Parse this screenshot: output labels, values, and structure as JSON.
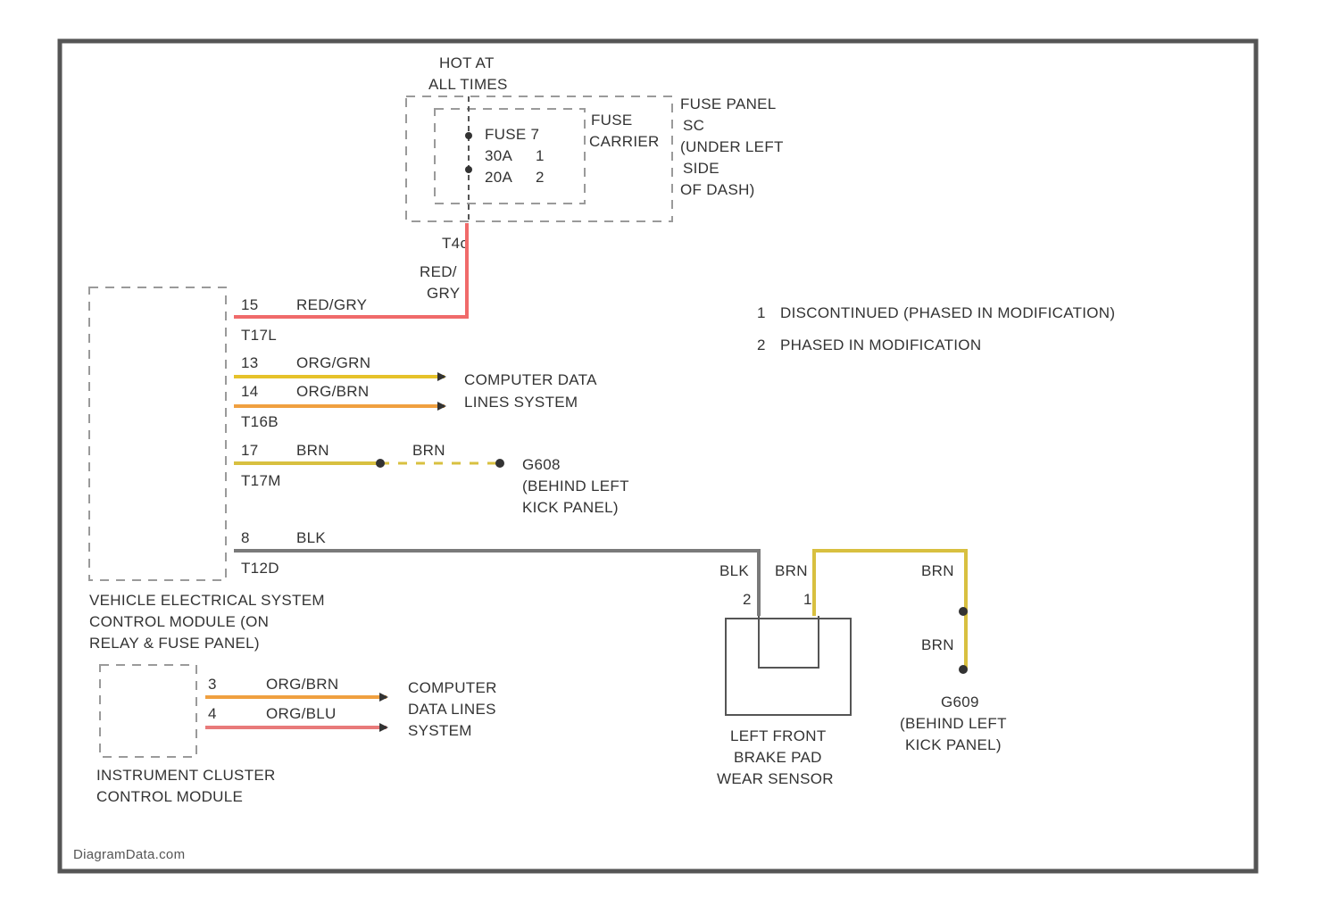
{
  "colors": {
    "red_grey_wire": "#f06a6a",
    "orange_green_wire": "#e6c22a",
    "orange_brown_wire": "#f0a040",
    "orange_blue_wire": "#e87a7a",
    "brown_wire": "#d8c040",
    "black_wire": "#7a7a7a",
    "frame": "#555555"
  },
  "top_labels": {
    "hot_at": "HOT AT",
    "all_times": "ALL TIMES"
  },
  "fuse_block": {
    "fuse": "FUSE 7",
    "rating_1": "30A",
    "variant_1": "1",
    "rating_2": "20A",
    "variant_2": "2",
    "carrier_line1": "FUSE",
    "carrier_line2": "CARRIER",
    "panel_line1": "FUSE PANEL",
    "panel_line2": "SC",
    "panel_line3": "(UNDER LEFT",
    "panel_line4": "SIDE",
    "panel_line5": "OF DASH)"
  },
  "riser": {
    "pin": "T4c",
    "color_line1": "RED/",
    "color_line2": "GRY"
  },
  "notes": [
    {
      "num": "1",
      "text": "DISCONTINUED (PHASED IN MODIFICATION)"
    },
    {
      "num": "2",
      "text": "PHASED IN MODIFICATION"
    }
  ],
  "vesc": {
    "wires": [
      {
        "pin": "15",
        "color": "RED/GRY",
        "connector": "T17L"
      },
      {
        "pin": "13",
        "color": "ORG/GRN",
        "connector": ""
      },
      {
        "pin": "14",
        "color": "ORG/BRN",
        "connector": "T16B"
      },
      {
        "pin": "17",
        "color": "BRN",
        "connector": "T17M"
      },
      {
        "pin": "8",
        "color": "BLK",
        "connector": "T12D"
      }
    ],
    "cdl_line1": "COMPUTER DATA",
    "cdl_line2": "LINES SYSTEM",
    "brn_dash_color": "BRN",
    "g_left_line1": "G608",
    "g_left_line2": "(BEHIND LEFT",
    "g_left_line3": "KICK PANEL)",
    "name_line1": "VEHICLE ELECTRICAL SYSTEM",
    "name_line2": "CONTROL MODULE (ON",
    "name_line3": "RELAY & FUSE PANEL)"
  },
  "sensor": {
    "blk_label": "BLK",
    "brn_label": "BRN",
    "pin_2": "2",
    "pin_1": "1",
    "name_line1": "LEFT FRONT",
    "name_line2": "BRAKE PAD",
    "name_line3": "WEAR SENSOR"
  },
  "ground_right": {
    "brn_top": "BRN",
    "brn_bottom": "BRN",
    "line1": "G609",
    "line2": "(BEHIND LEFT",
    "line3": "KICK PANEL)"
  },
  "cluster": {
    "pin_1": "3",
    "color_1": "ORG/BRN",
    "pin_2": "4",
    "color_2": "ORG/BLU",
    "cdl_line1": "COMPUTER",
    "cdl_line2": "DATA LINES",
    "cdl_line3": "SYSTEM",
    "name_line1": "INSTRUMENT CLUSTER",
    "name_line2": "CONTROL MODULE"
  },
  "brand": "DiagramData.com"
}
